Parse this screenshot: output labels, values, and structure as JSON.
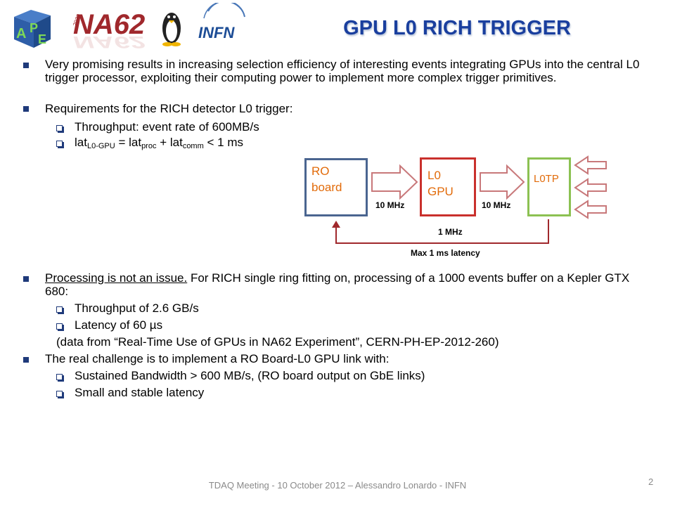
{
  "logos": {
    "ape": "APE logo",
    "na62_text": "NA62",
    "na62_year": "2020",
    "infn_text": "INFN"
  },
  "title": "GPU L0 RICH TRIGGER",
  "bullets": {
    "b1": "Very promising results in increasing selection efficiency of interesting events integrating GPUs into the central L0 trigger processor, exploiting their computing power to implement more complex trigger primitives.",
    "b2": "Requirements for the RICH detector L0 trigger:",
    "b2_sub1": "Throughput: event rate of  600MB/s",
    "b2_sub2": {
      "lat": "lat",
      "lat_sub": "L0-GPU",
      "eq": " = lat",
      "proc_sub": "proc",
      "plus": " + lat",
      "comm_sub": "comm",
      "tail": " < 1 ms"
    },
    "b3_underlined": "Processing is not an issue.",
    "b3_rest": " For RICH single ring fitting on, processing of a 1000 events buffer on a Kepler GTX 680:",
    "b3_sub1": "Throughput of 2.6 GB/s",
    "b3_sub2": "Latency of 60 µs",
    "b3_note": "(data from “Real-Time Use of GPUs in NA62 Experiment”, CERN-PH-EP-2012-260)",
    "b4": "The real challenge is to implement a RO Board-L0 GPU link with:",
    "b4_sub1": "Sustained Bandwidth > 600 MB/s, (RO board output on GbE links)",
    "b4_sub2": "Small and stable latency"
  },
  "diagram": {
    "ro_board": "RO board",
    "l0_gpu": "L0 GPU",
    "l0tp": "L0TP",
    "rate1": "10 MHz",
    "rate2": "10 MHz",
    "rate3": "1 MHz",
    "latency": "Max 1 ms latency",
    "colors": {
      "ro": "#4A6590",
      "gpu": "#C9302C",
      "l0tp": "#8CC152",
      "arrow": "#C8787A",
      "text": "#E26B0A"
    }
  },
  "footer": "TDAQ Meeting - 10 October 2012 – Alessandro Lonardo - INFN",
  "page_number": "2"
}
